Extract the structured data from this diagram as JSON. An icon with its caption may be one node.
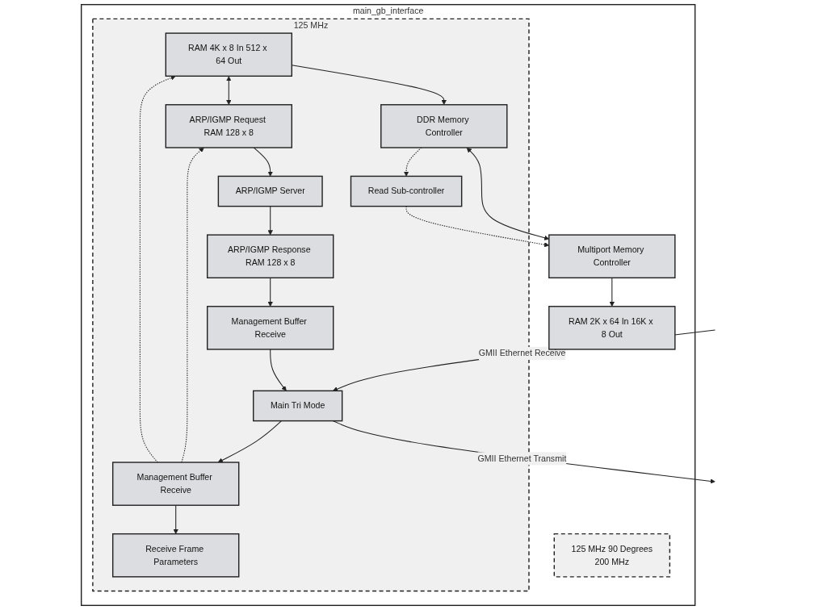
{
  "diagram": {
    "nodes": [
      {
        "text": [
          "main_gb_interface"
        ]
      },
      {
        "text": [
          "125 MHz"
        ],
        "in": 0
      },
      {
        "text": [
          "125 MHz 90 Degrees",
          "200 MHz"
        ],
        "in": 0
      },
      {
        "text": [
          "RAM 4K x 8 In 512 x 64 Out"
        ],
        "in": 1
      },
      {
        "text": [
          "DDR Memory Controller"
        ],
        "in": 1
      },
      {
        "text": [
          "Multiport Memory Controller"
        ],
        "in": 0
      },
      {
        "text": [
          "Receive Frame Parameters"
        ],
        "in": 1
      },
      {
        "text": [
          "Read Sub-controller"
        ],
        "in": 1
      },
      {
        "text": [
          "Main Tri Mode"
        ],
        "in": 1
      },
      {
        "text": [
          "Management Buffer Receive"
        ],
        "in": 1
      },
      {
        "text": [
          "RAM 2K x 64 In 16K x 8 Out"
        ],
        "in": 0
      },
      {
        "text": [
          "ARP/IGMP Request RAM 128 x 8"
        ],
        "in": 1
      },
      {
        "text": [
          "ARP/IGMP Server"
        ],
        "in": 1
      },
      {
        "text": [
          "Management Buffer Receive"
        ],
        "in": 1
      },
      {
        "text": [
          "ARP/IGMP Response RAM 128 x 8"
        ],
        "in": 1
      }
    ],
    "edges": [
      {
        "from": 3,
        "to": 4,
        "arrow": "to"
      },
      {
        "from": 4,
        "to": 5,
        "arrow": "both"
      },
      {
        "from": 4,
        "to": 7,
        "arrow": "to",
        "style": "dashed"
      },
      {
        "from": 7,
        "to": 5,
        "arrow": "to",
        "style": "dashed"
      },
      {
        "from": 8,
        "to": null,
        "arrow": "to",
        "label": "GMII Ethernet Transmit"
      },
      {
        "from": null,
        "to": 8,
        "arrow": "to",
        "label": "GMII Ethernet Receive"
      },
      {
        "from": 8,
        "to": 9,
        "arrow": "to"
      },
      {
        "from": 9,
        "to": 6,
        "arrow": "to"
      },
      {
        "from": 9,
        "to": 3,
        "arrow": "to",
        "style": "dashed"
      },
      {
        "from": 3,
        "to": 11,
        "arrow": "both"
      },
      {
        "from": 9,
        "to": 11,
        "arrow": "to",
        "style": "dashed"
      },
      {
        "from": 11,
        "to": 12,
        "arrow": "to"
      },
      {
        "from": 12,
        "to": 14,
        "arrow": "to"
      },
      {
        "from": 14,
        "to": 13,
        "arrow": "to"
      },
      {
        "from": 13,
        "to": 8,
        "arrow": "to"
      },
      {
        "from": 5,
        "to": 10,
        "arrow": "to"
      }
    ]
  }
}
